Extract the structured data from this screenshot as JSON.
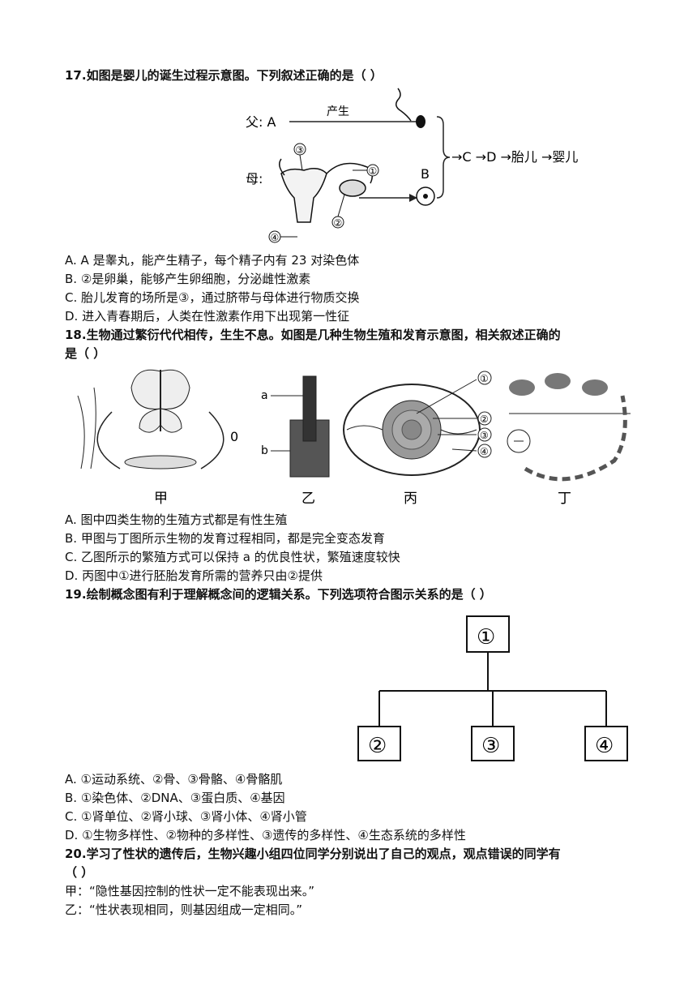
{
  "q17": {
    "stem": "17.如图是婴儿的诞生过程示意图。下列叙述正确的是（        ）",
    "diagram": {
      "father_label": "父: A",
      "produce_label": "产生",
      "mother_label": "母:",
      "b_label": "B",
      "chain": "→C →D →胎儿 →婴儿",
      "m1": "①",
      "m2": "②",
      "m3": "③",
      "m4": "④"
    },
    "options": [
      "A. A  是睾丸，能产生精子，每个精子内有  23  对染色体",
      "B. ②是卵巢，能够产生卵细胞，分泌雌性激素",
      "C. 胎儿发育的场所是③，通过脐带与母体进行物质交换",
      "D. 进入青春期后，人类在性激素作用下出现第一性征"
    ]
  },
  "q18": {
    "stem_line1": "18.生物通过繁衍代代相传，生生不息。如图是几种生物生殖和发育示意图，相关叙述正确的",
    "stem_line2": "是（        ）",
    "figure_labels": {
      "jia": "甲",
      "yi": "乙",
      "bing": "丙",
      "ding": "丁",
      "a": "a",
      "b": "b",
      "zero": "0",
      "n1": "①",
      "n2": "②",
      "n3": "③",
      "n4": "④"
    },
    "options": [
      "A.  图中四类生物的生殖方式都是有性生殖",
      "B.  甲图与丁图所示生物的发育过程相同，都是完全变态发育",
      "C.  乙图所示的繁殖方式可以保持  a  的优良性状，繁殖速度较快",
      "D.  丙图中①进行胚胎发育所需的营养只由②提供"
    ]
  },
  "q19": {
    "stem": "19.绘制概念图有利于理解概念间的逻辑关系。下列选项符合图示关系的是（        ）",
    "boxes": [
      "①",
      "②",
      "③",
      "④"
    ],
    "options": [
      "A.  ①运动系统、②骨、③骨骼、④骨骼肌",
      "B.  ①染色体、②DNA、③蛋白质、④基因",
      "C.  ①肾单位、②肾小球、③肾小体、④肾小管",
      "D.  ①生物多样性、②物种的多样性、③遗传的多样性、④生态系统的多样性"
    ]
  },
  "q20": {
    "stem_line1": "20.学习了性状的遗传后，生物兴趣小组四位同学分别说出了自己的观点，观点错误的同学有",
    "stem_line2": "（        ）",
    "opinions": [
      "甲：“隐性基因控制的性状一定不能表现出来。”",
      "乙：“性状表现相同，则基因组成一定相同。”"
    ]
  }
}
